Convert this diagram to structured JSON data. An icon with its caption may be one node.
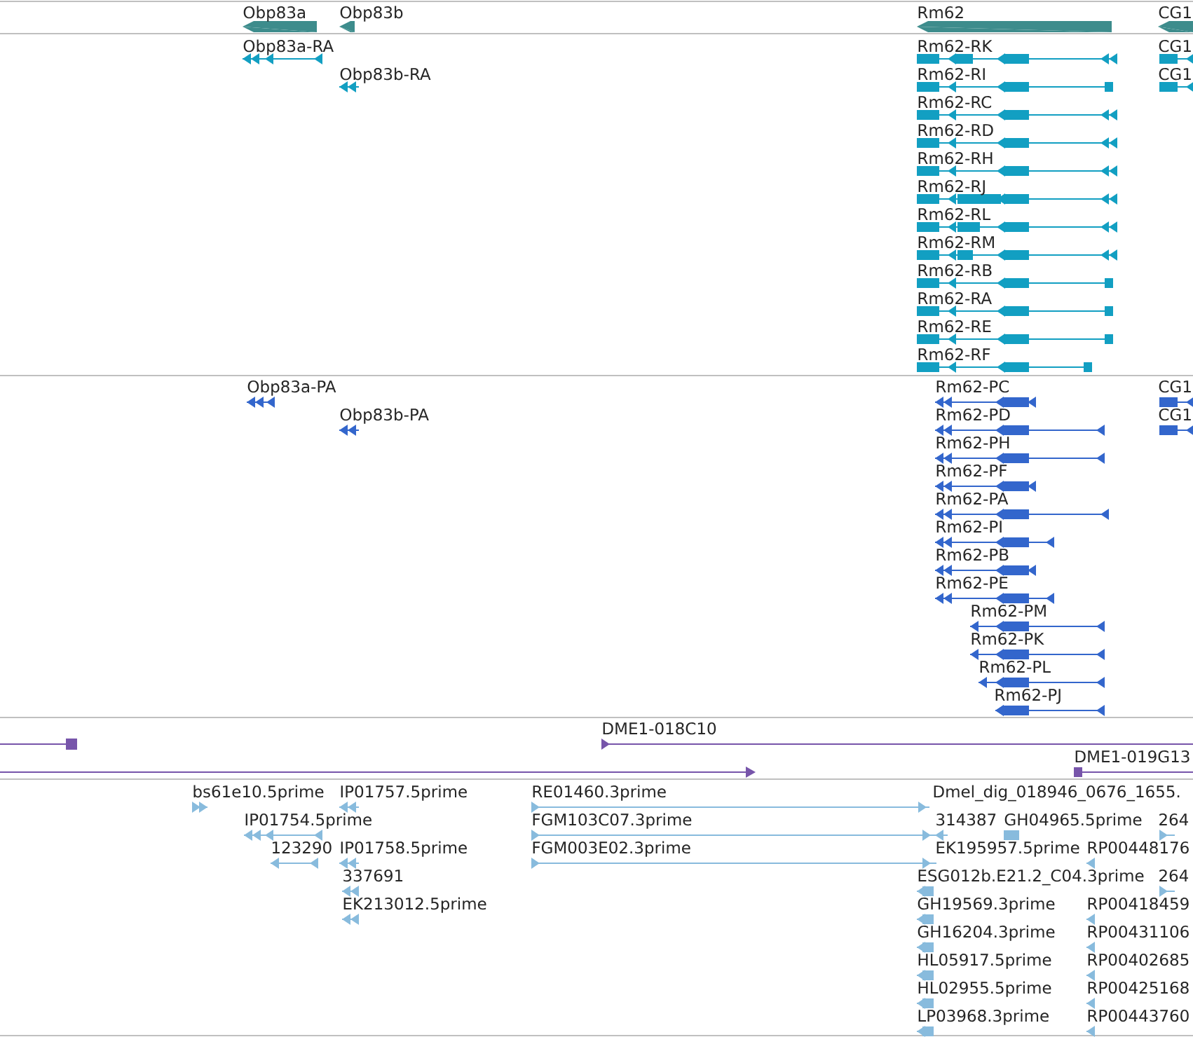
{
  "diagram": {
    "labels": [
      "Obp83a",
      "Obp83b",
      "Rm62",
      "CG1",
      "Obp83a-RA",
      "Rm62-RK",
      "CG1",
      "Obp83b-RA",
      "Rm62-RI",
      "CG1",
      "Rm62-RC",
      "Rm62-RD",
      "Rm62-RH",
      "Rm62-RJ",
      "Rm62-RL",
      "Rm62-RM",
      "Rm62-RB",
      "Rm62-RA",
      "Rm62-RE",
      "Rm62-RF",
      "Obp83a-PA",
      "Rm62-PC",
      "CG1",
      "Obp83b-PA",
      "Rm62-PD",
      "CG1",
      "Rm62-PH",
      "Rm62-PF",
      "Rm62-PA",
      "Rm62-PI",
      "Rm62-PB",
      "Rm62-PE",
      "Rm62-PM",
      "Rm62-PK",
      "Rm62-PL",
      "Rm62-PJ",
      "DME1-018C10",
      "DME1-019G13",
      "bs61e10.5prime",
      "IP01757.5prime",
      "RE01460.3prime",
      "Dmel_dig_018946_0676_1655.",
      "IP01754.5prime",
      "FGM103C07.3prime",
      "314387",
      "GH04965.5prime",
      "264",
      "123290",
      "IP01758.5prime",
      "FGM003E02.3prime",
      "EK195957.5prime",
      "RP00448176",
      "337691",
      "ESG012b.E21.2_C04.3prime",
      "264",
      "EK213012.5prime",
      "GH19569.3prime",
      "RP00418459",
      "GH16204.3prime",
      "RP00431106",
      "HL05917.5prime",
      "RP00402685",
      "HL02955.5prime",
      "RP00425168",
      "LP03968.3prime",
      "RP00443760"
    ]
  }
}
